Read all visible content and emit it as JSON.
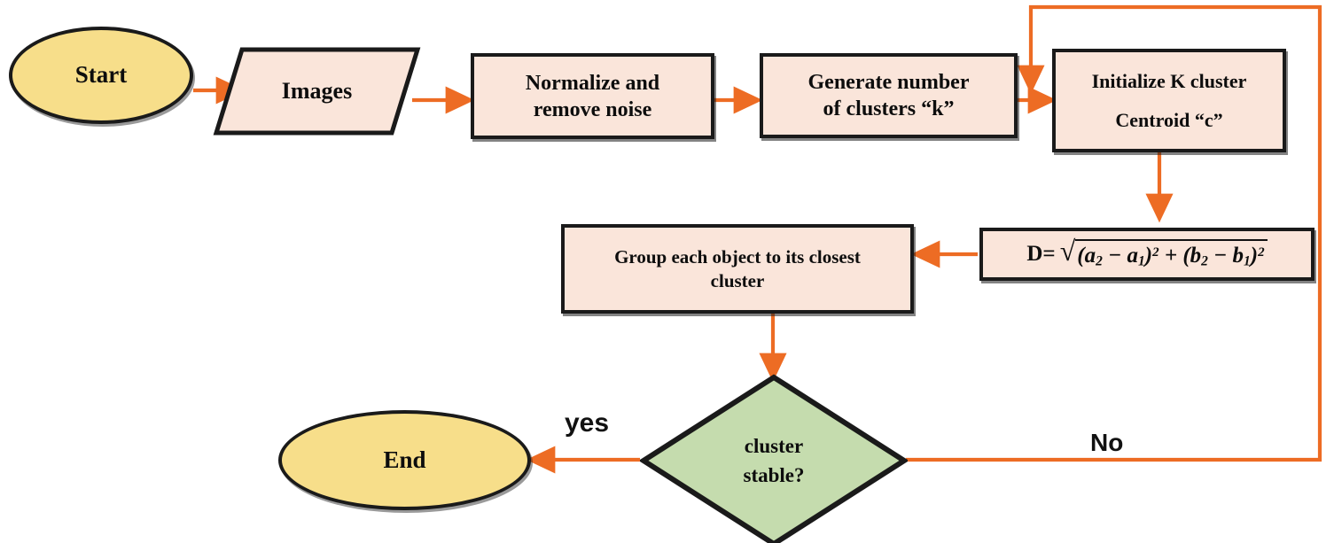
{
  "diagram": {
    "title": "K-means clustering flowchart",
    "colors": {
      "arrow": "#ED6C24",
      "terminator_fill": "#F7DE8A",
      "process_fill": "#FAE5DA",
      "decision_fill": "#C5DCAE",
      "stroke": "#1A1A1A",
      "background": "#FFFFFF"
    },
    "nodes": {
      "start": {
        "label": "Start",
        "shape": "ellipse"
      },
      "images": {
        "label": "Images",
        "shape": "parallelogram"
      },
      "normalize": {
        "label": "Normalize and\nremove noise",
        "line1": "Normalize and",
        "line2": "remove noise",
        "shape": "process"
      },
      "generate_k": {
        "label": "Generate number\nof clusters “k”",
        "line1": "Generate number",
        "line2": "of clusters “k”",
        "shape": "process"
      },
      "init_centroid": {
        "label": "Initialize K cluster\nCentroid “c”",
        "line1": "Initialize K cluster",
        "line2": "Centroid “c”",
        "shape": "process"
      },
      "distance": {
        "shape": "process",
        "label": "D= √((a₂ − a₁)² + (b₂ − b₁)²)",
        "lhs": "D=",
        "term1_open": "(",
        "term1_a": "a",
        "term1_a_sub": "2",
        "term1_minus": " − ",
        "term1_b": "a",
        "term1_b_sub": "1",
        "term1_close": ")",
        "term1_pow": "2",
        "plus": " + ",
        "term2_open": "(",
        "term2_a": "b",
        "term2_a_sub": "2",
        "term2_minus": " − ",
        "term2_b": "b",
        "term2_b_sub": "1",
        "term2_close": ")",
        "term2_pow": "2",
        "radical_glyph": "√"
      },
      "group_objects": {
        "label": "Group each object to its closest\ncluster",
        "line1": "Group each object to its closest",
        "line2": "cluster",
        "shape": "process"
      },
      "decision": {
        "label": "cluster\nstable?",
        "line1": "cluster",
        "line2": "stable?",
        "shape": "diamond"
      },
      "end": {
        "label": "End",
        "shape": "ellipse"
      }
    },
    "edge_labels": {
      "yes": "yes",
      "no": "No"
    }
  }
}
